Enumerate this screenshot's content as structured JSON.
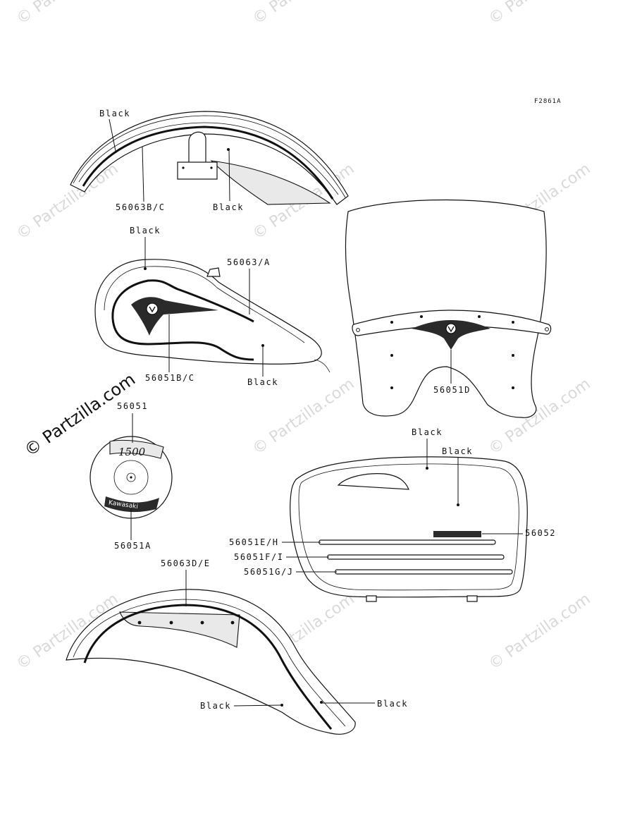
{
  "figure_code": "F2861A",
  "watermark": {
    "main": "© Partzilla.com",
    "faint": "© Partzilla.com"
  },
  "labels": {
    "front_fender_black_top": "Black",
    "front_fender_part": "56063B/C",
    "front_fender_black_bottom": "Black",
    "tank_black_top": "Black",
    "tank_part": "56063/A",
    "tank_emblem_part": "56051B/C",
    "tank_black_bottom": "Black",
    "windshield_emblem_part": "56051D",
    "round_cover_part_top": "56051",
    "round_cover_part_bottom": "56051A",
    "side_cover_black_1": "Black",
    "side_cover_black_2": "Black",
    "side_cover_badge_part": "56052",
    "stripe_1_part": "56051E/H",
    "stripe_2_part": "56051F/I",
    "stripe_3_part": "56051G/J",
    "rear_fender_part": "56063D/E",
    "rear_fender_black_left": "Black",
    "rear_fender_black_right": "Black"
  },
  "emblem_text": {
    "round_top": "1500",
    "round_bottom": "Kawasaki"
  }
}
